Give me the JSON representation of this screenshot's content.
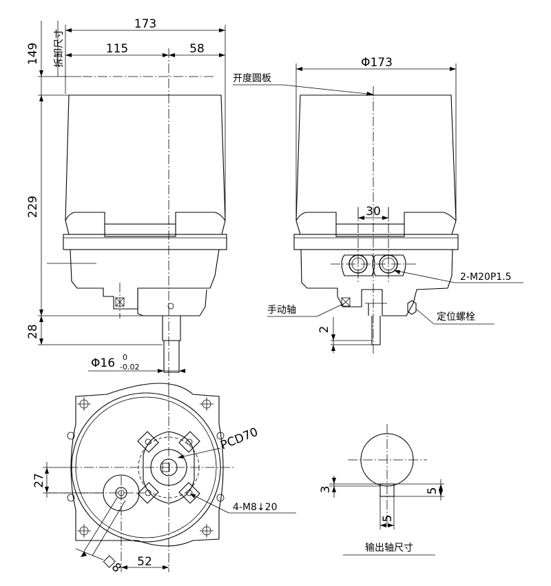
{
  "dimensions": {
    "overall_width": "173",
    "left_part": "115",
    "right_part": "58",
    "removal_height": "149",
    "body_height": "229",
    "shaft_length": "28",
    "shaft_diameter": "Φ16",
    "shaft_tol_upper": "0",
    "shaft_tol_lower": "-0.02",
    "side_diameter": "Φ173",
    "conduit_spacing": "30",
    "small_offset": "2",
    "base_offset_27": "27",
    "base_offset_52": "52",
    "manual_square": "□8",
    "key_depth": "3",
    "key_height": "5",
    "key_width": "5"
  },
  "labels": {
    "removal_dimension": "拆卸尺寸",
    "opening_dial": "开度圆板",
    "conduit_thread": "2-M20P1.5",
    "manual_shaft": "手动轴",
    "positioning_bolt": "定位螺栓",
    "pcd": "PCD70",
    "mount_holes": "4-M8↓20",
    "output_shaft_size": "输出轴尺寸"
  }
}
